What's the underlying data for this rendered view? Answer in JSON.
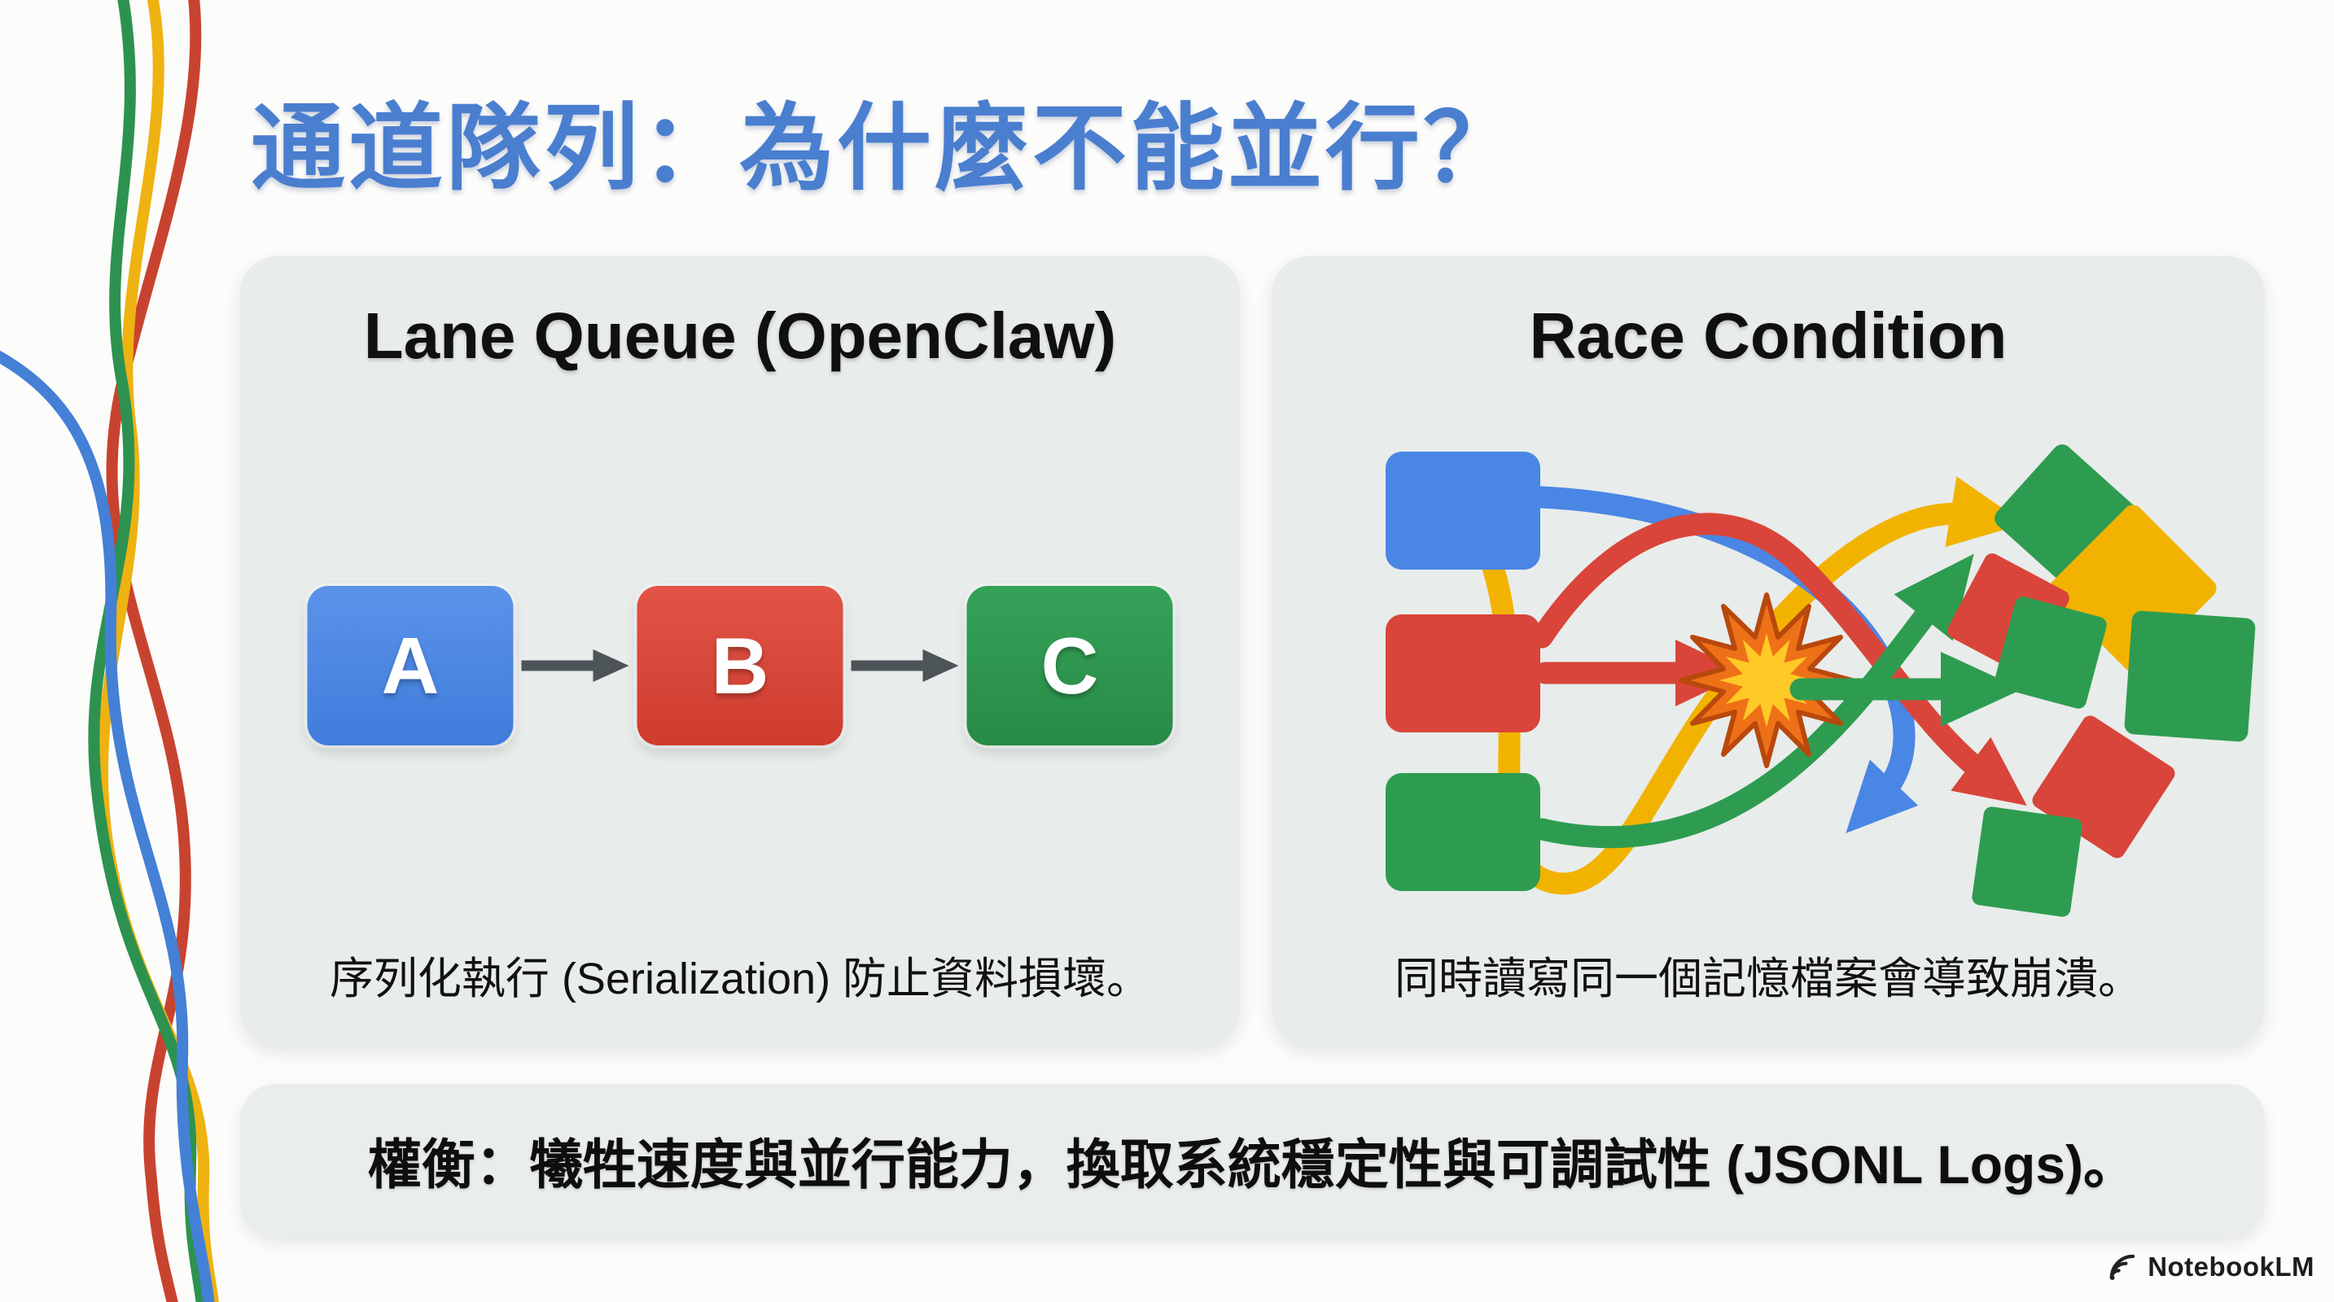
{
  "title": "通道隊列：為什麼不能並行？",
  "panels": {
    "lane_queue": {
      "heading": "Lane Queue (OpenClaw)",
      "nodes": [
        "A",
        "B",
        "C"
      ],
      "caption": "序列化執行 (Serialization) 防止資料損壞。"
    },
    "race_condition": {
      "heading": "Race Condition",
      "caption": "同時讀寫同一個記憶檔案會導致崩潰。"
    }
  },
  "banner": {
    "text": "權衡：犧牲速度與並行能力，換取系統穩定性與可調試性 (JSONL Logs)。"
  },
  "footer": {
    "brand": "NotebookLM"
  },
  "colors": {
    "title_blue": "#4a7ecf",
    "google_blue": "#4285f4",
    "google_red": "#db4437",
    "google_green": "#2e9c50",
    "google_yellow": "#f2b300",
    "panel_bg": "#e8eceb",
    "page_bg": "#fcfcfa",
    "arrow_gray": "#4d5457",
    "burst_orange": "#ee7118",
    "burst_yellow": "#ffc926"
  }
}
